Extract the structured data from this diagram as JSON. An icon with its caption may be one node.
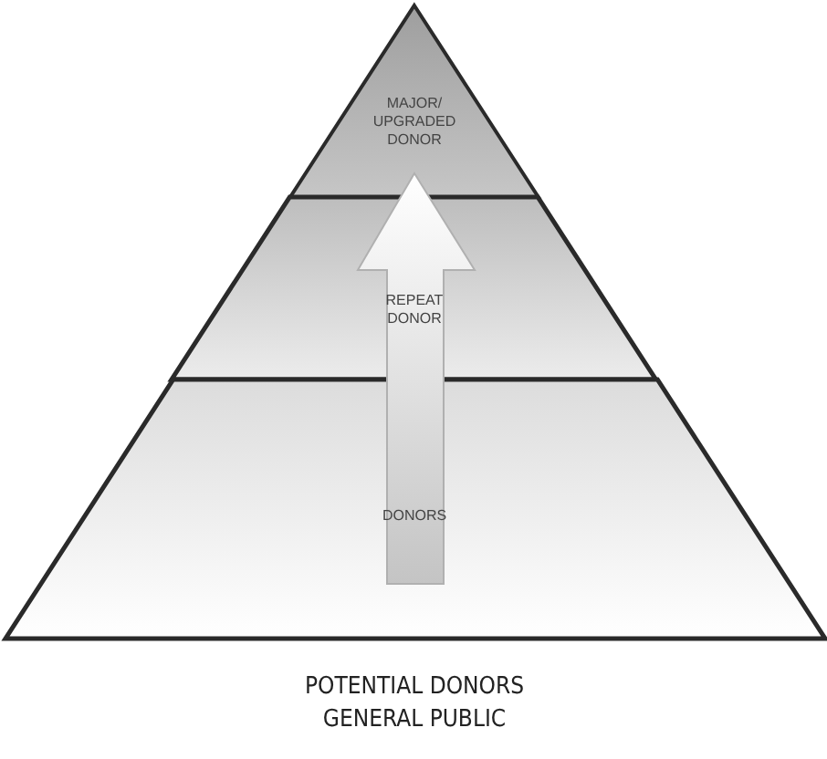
{
  "diagram": {
    "nodes": [
      {
        "text": [
          "MAJOR/ UPGRADED DONOR"
        ]
      },
      {
        "text": [
          "REPEAT DONOR"
        ]
      },
      {
        "text": [
          "DONORS"
        ]
      }
    ],
    "edges": [
      {
        "from": 2,
        "to": 0,
        "arrow": "to"
      }
    ],
    "labels": [
      "POTENTIAL DONORS GENERAL PUBLIC"
    ]
  }
}
